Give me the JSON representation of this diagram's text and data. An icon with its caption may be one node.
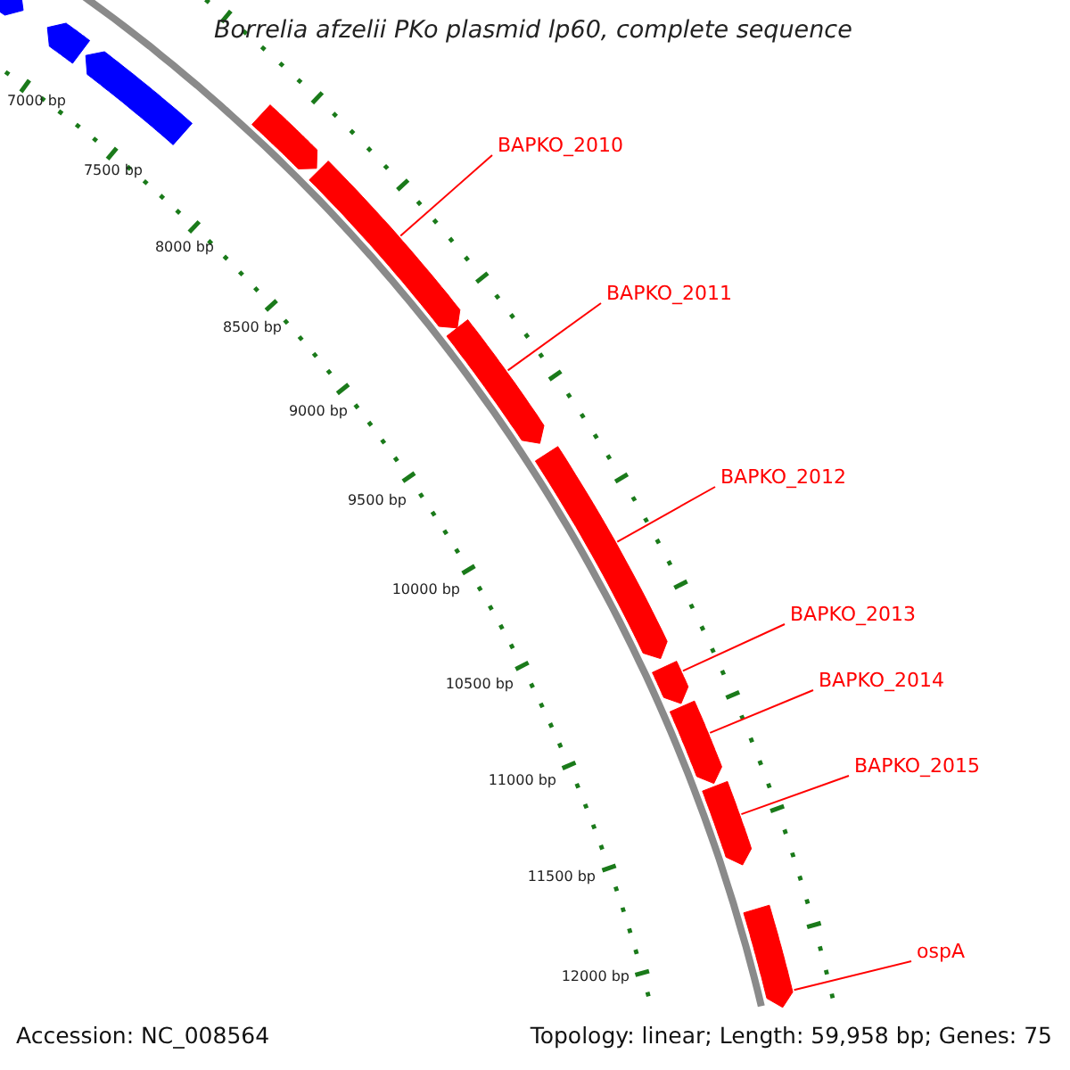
{
  "diagram": {
    "title": "Borrelia afzelii PKo plasmid lp60, complete sequence",
    "nodes": [
      {
        "text": [],
        "shape": "arrow"
      },
      {
        "text": [],
        "shape": "arrow"
      },
      {
        "text": [],
        "shape": "arrow"
      },
      {
        "text": [],
        "shape": "arrow"
      },
      {
        "text": [],
        "shape": "arrow"
      },
      {
        "text": [],
        "shape": "arrow"
      },
      {
        "text": [],
        "shape": "arrow"
      },
      {
        "text": [],
        "shape": "arrow"
      },
      {
        "text": [],
        "shape": "arrow"
      },
      {
        "text": [],
        "shape": "arrow"
      },
      {
        "text": [],
        "shape": "arrow"
      },
      {
        "text": [
          "BAPKO_2010"
        ]
      },
      {
        "text": [
          "BAPKO_2011"
        ]
      },
      {
        "text": [
          "BAPKO_2012"
        ]
      },
      {
        "text": [
          "BAPKO_2013"
        ]
      },
      {
        "text": [
          "BAPKO_2014"
        ]
      },
      {
        "text": [
          "BAPKO_2015"
        ]
      },
      {
        "text": [
          "ospA"
        ]
      }
    ],
    "edges": [
      {
        "from": 11,
        "to": 4,
        "arrow": "none"
      },
      {
        "from": 12,
        "to": 5,
        "arrow": "none"
      },
      {
        "from": 13,
        "to": 6,
        "arrow": "none"
      },
      {
        "from": 14,
        "to": 7,
        "arrow": "none"
      },
      {
        "from": 15,
        "to": 8,
        "arrow": "none"
      },
      {
        "from": 16,
        "to": 9,
        "arrow": "none"
      },
      {
        "from": 17,
        "to": 10,
        "arrow": "none"
      }
    ],
    "labels": [
      "7000 bp",
      "7500 bp",
      "8000 bp",
      "8500 bp",
      "9000 bp",
      "9500 bp",
      "10000 bp",
      "10500 bp",
      "11000 bp",
      "11500 bp",
      "12000 bp",
      "Accession: NC_008564",
      "Topology: linear; Length: 59,958 bp; Genes: 75"
    ]
  }
}
